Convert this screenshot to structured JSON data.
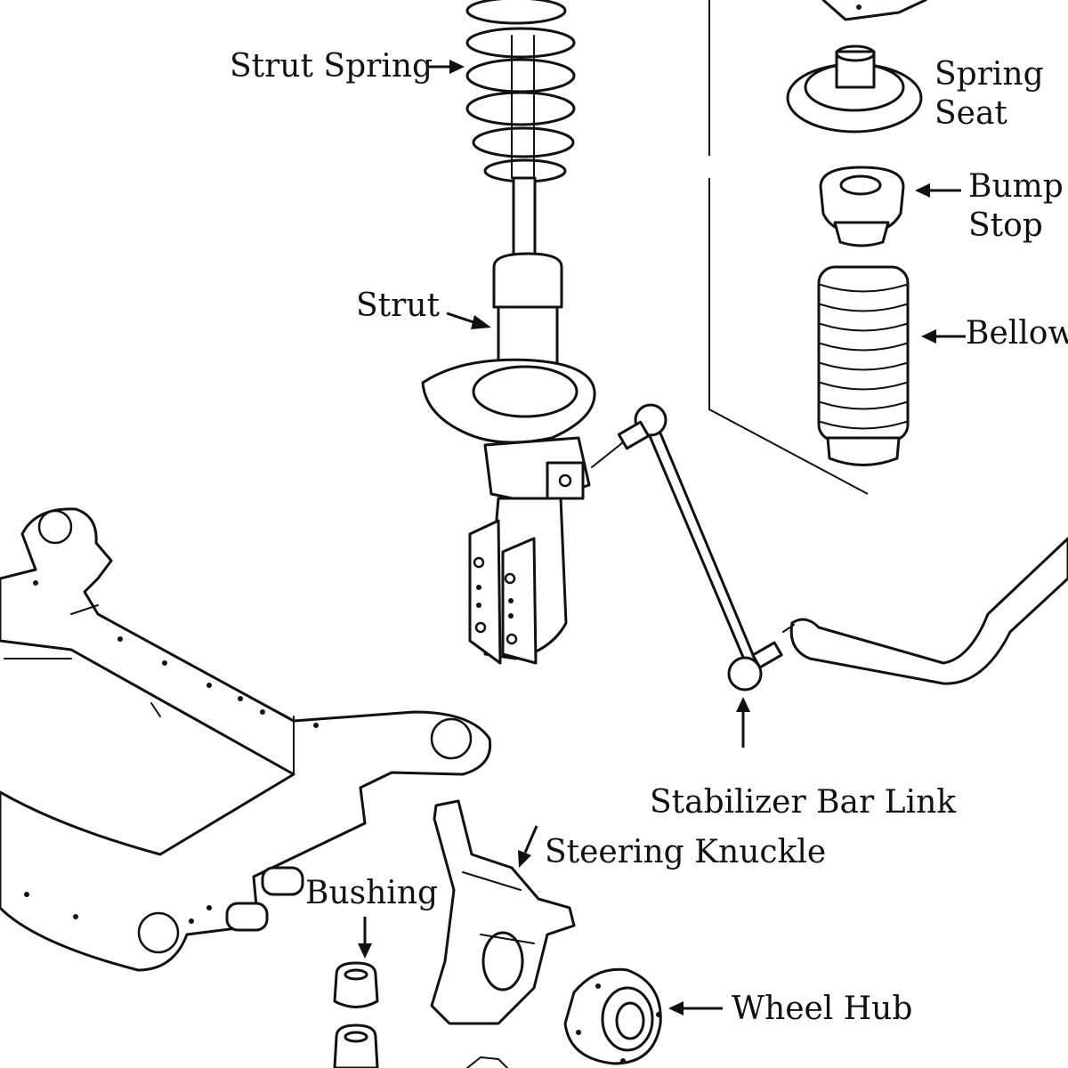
{
  "labels": {
    "strut_spring": "Strut Spring",
    "spring_seat": [
      "Spring",
      "Seat"
    ],
    "bump_stop": [
      "Bump",
      "Stop"
    ],
    "bellow": "Bellow",
    "strut": "Strut",
    "stabilizer_bar_link": "Stabilizer Bar Link",
    "steering_knuckle": "Steering Knuckle",
    "bushing": "Bushing",
    "wheel_hub": "Wheel Hub"
  },
  "colors": {
    "line": "#111111",
    "background": "#ffffff"
  }
}
